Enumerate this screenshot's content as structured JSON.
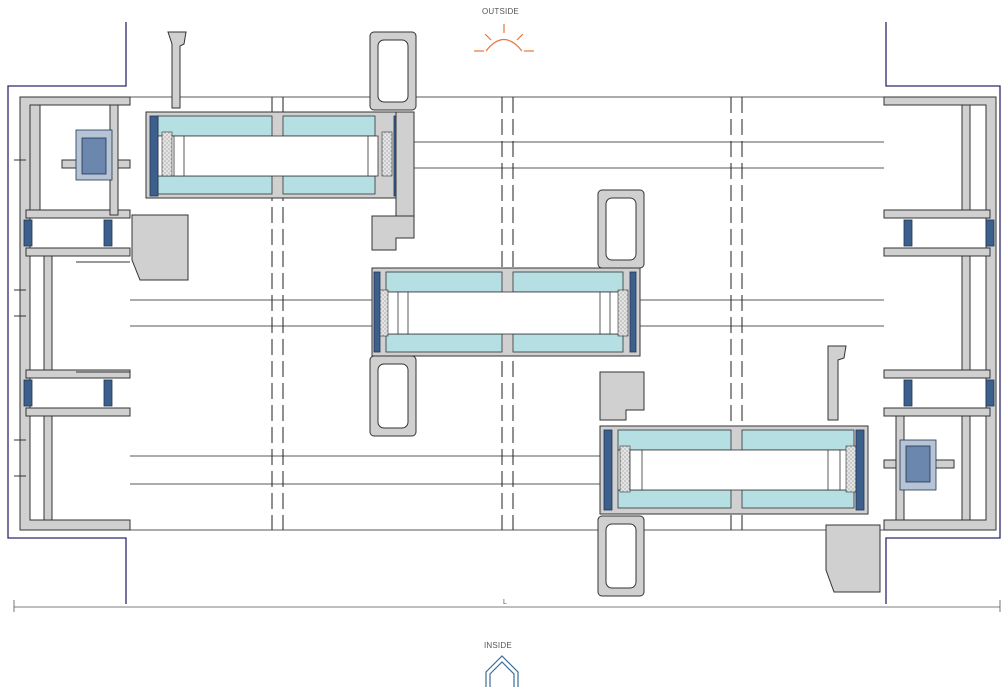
{
  "labels": {
    "outside": "OUTSIDE",
    "inside": "INSIDE",
    "dimension": "L"
  },
  "icons": {
    "outside": "sun-icon",
    "inside": "house-icon"
  },
  "colors": {
    "aluminium_fill": "#d0d0d0",
    "aluminium_stroke": "#333333",
    "glass": "#b6dfe4",
    "gasket": "#3d5f8c",
    "outline": "#2a2a6a",
    "sun": "#e8743b",
    "house": "#3a6f9a"
  }
}
